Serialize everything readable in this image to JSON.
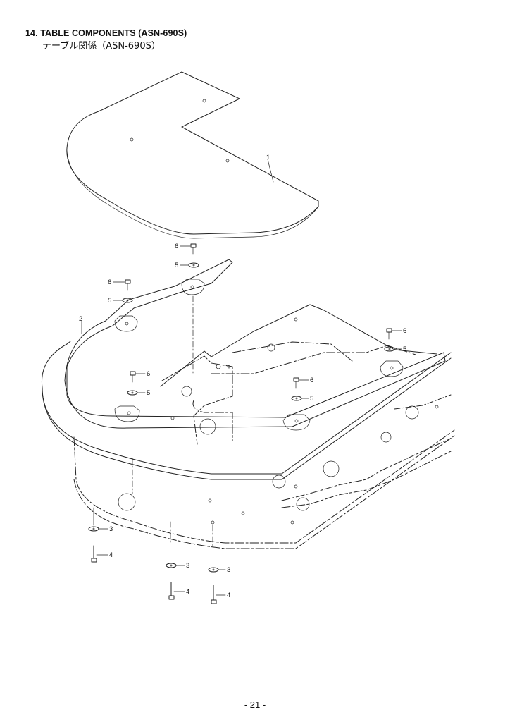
{
  "header": {
    "title": "14. TABLE COMPONENTS (ASN-690S)",
    "subtitle": "テーブル関係（ASN-690S）"
  },
  "callouts": {
    "part_1": "1",
    "part_2": "2",
    "part_3": "3",
    "part_4": "4",
    "part_5": "5",
    "part_6": "6"
  },
  "footer": {
    "page_number": "- 21 -"
  }
}
